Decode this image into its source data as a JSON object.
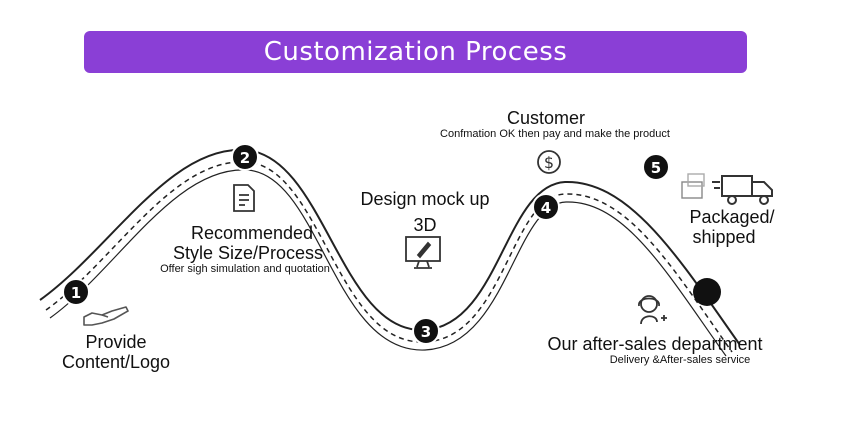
{
  "title": "Customization Process",
  "steps": [
    {
      "number": "1",
      "title_line1": "Provide",
      "title_line2": "Content/Logo",
      "icon": "hand-offer-icon"
    },
    {
      "number": "2",
      "title_line1": "Recommended",
      "title_line2": "Style Size/Process",
      "subtitle": "Offer sigh simulation and quotation",
      "icon": "document-icon"
    },
    {
      "number": "3",
      "title_line1": "Design mock up",
      "title_line2": "3D",
      "icon": "monitor-design-icon"
    },
    {
      "number": "4",
      "title_line1": "Customer",
      "subtitle": "Confmation OK then pay and make  the product",
      "icon": "dollar-coin-icon"
    },
    {
      "number": "5",
      "title_line1": "Packaged/",
      "title_line2": "shipped",
      "icon": "delivery-truck-icon"
    },
    {
      "number": "",
      "title_line1": "Our after-sales department",
      "subtitle": "Delivery &After-sales service",
      "icon": "support-agent-icon"
    }
  ],
  "colors": {
    "banner": "#8a3fd6",
    "node": "#111111",
    "line": "#222222"
  }
}
